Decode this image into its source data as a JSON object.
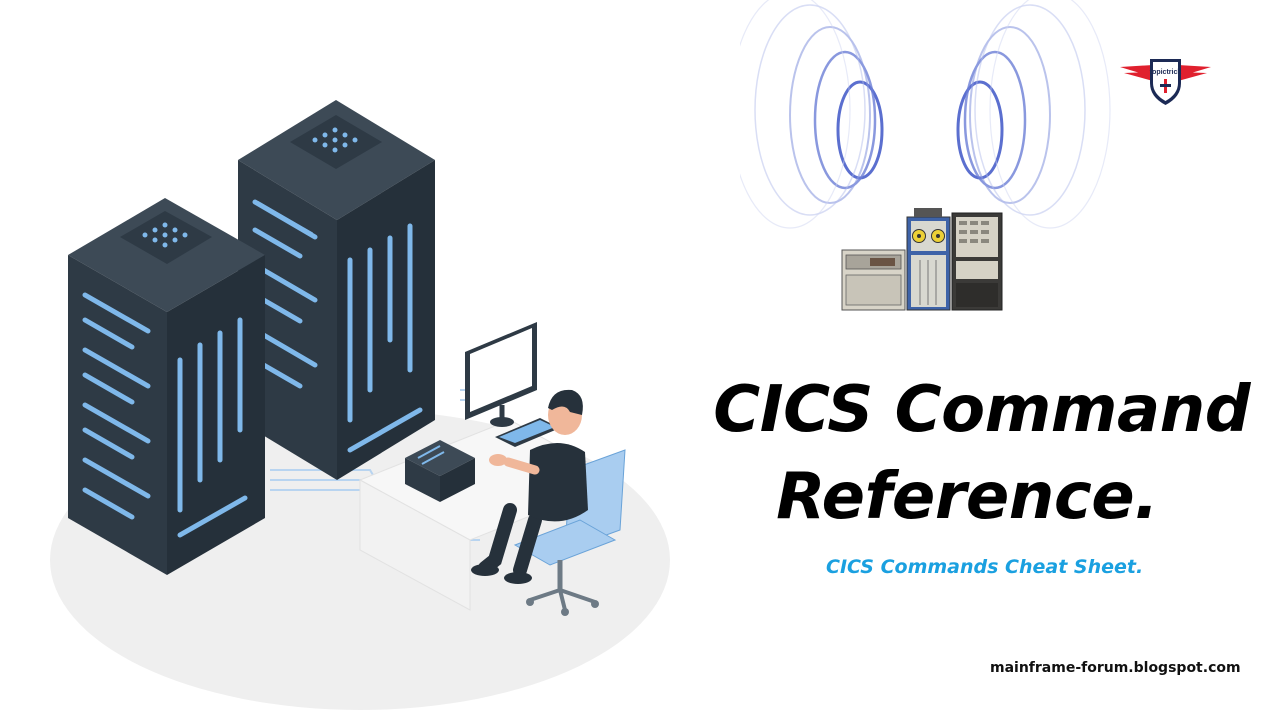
{
  "title": {
    "line1": "CICS Command",
    "line2": "Reference."
  },
  "subtitle": "CICS Commands Cheat Sheet.",
  "site_url": "mainframe-forum.blogspot.com",
  "logo": {
    "text": "topictrick"
  },
  "colors": {
    "subtitle": "#1aa0e0",
    "server_dark": "#2e3a45",
    "server_light": "#7fb8ea",
    "waves": "#5b6fcf",
    "logo_red": "#e0202e",
    "logo_navy": "#1c2a55"
  },
  "icons": [
    "server-rack-icon",
    "monitor-icon",
    "person-icon",
    "mainframe-icon",
    "signal-waves-icon",
    "topictrick-logo-icon"
  ]
}
